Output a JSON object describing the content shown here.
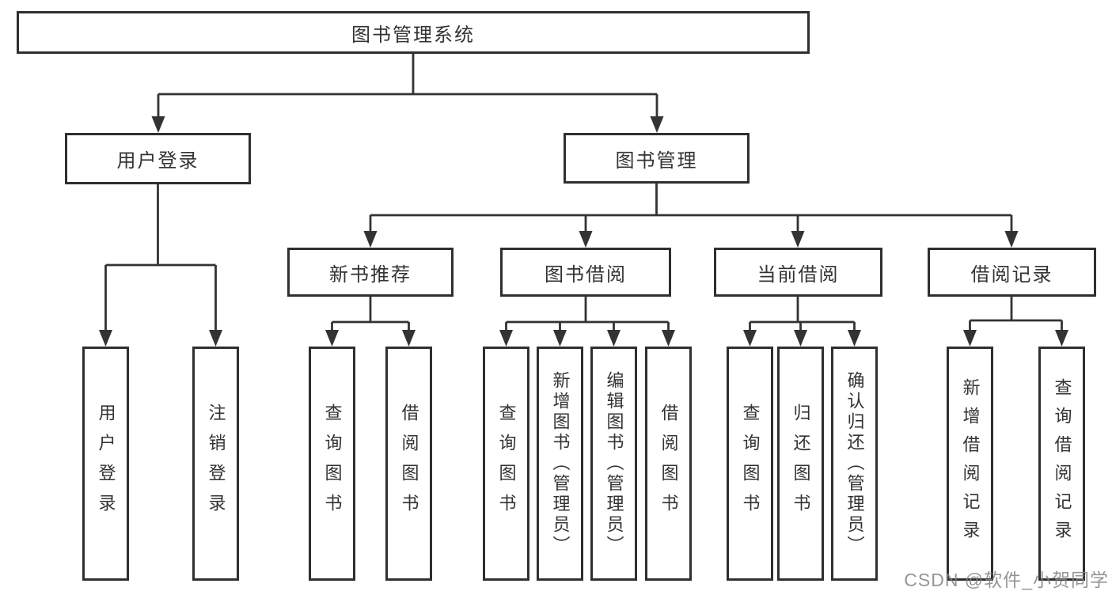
{
  "diagram": {
    "type": "hierarchy-tree",
    "colors": {
      "line": "#333333",
      "box_border": "#2f2f2f",
      "text": "#333333",
      "background": "#ffffff",
      "watermark": "#828282"
    },
    "tree": {
      "label": "图书管理系统",
      "children": [
        {
          "label": "用户登录",
          "children": [
            {
              "label": "用户登录"
            },
            {
              "label": "注销登录"
            }
          ]
        },
        {
          "label": "图书管理",
          "children": [
            {
              "label": "新书推荐",
              "children": [
                {
                  "label": "查询图书"
                },
                {
                  "label": "借阅图书"
                }
              ]
            },
            {
              "label": "图书借阅",
              "children": [
                {
                  "label": "查询图书"
                },
                {
                  "label": "新增图书（管理员）"
                },
                {
                  "label": "编辑图书（管理员）"
                },
                {
                  "label": "借阅图书"
                }
              ]
            },
            {
              "label": "当前借阅",
              "children": [
                {
                  "label": "查询图书"
                },
                {
                  "label": "归还图书"
                },
                {
                  "label": "确认归还（管理员）"
                }
              ]
            },
            {
              "label": "借阅记录",
              "children": [
                {
                  "label": "新增借阅记录"
                },
                {
                  "label": "查询借阅记录"
                }
              ]
            }
          ]
        }
      ]
    },
    "watermark": {
      "text": "CSDN @软件_小贺同学"
    }
  }
}
